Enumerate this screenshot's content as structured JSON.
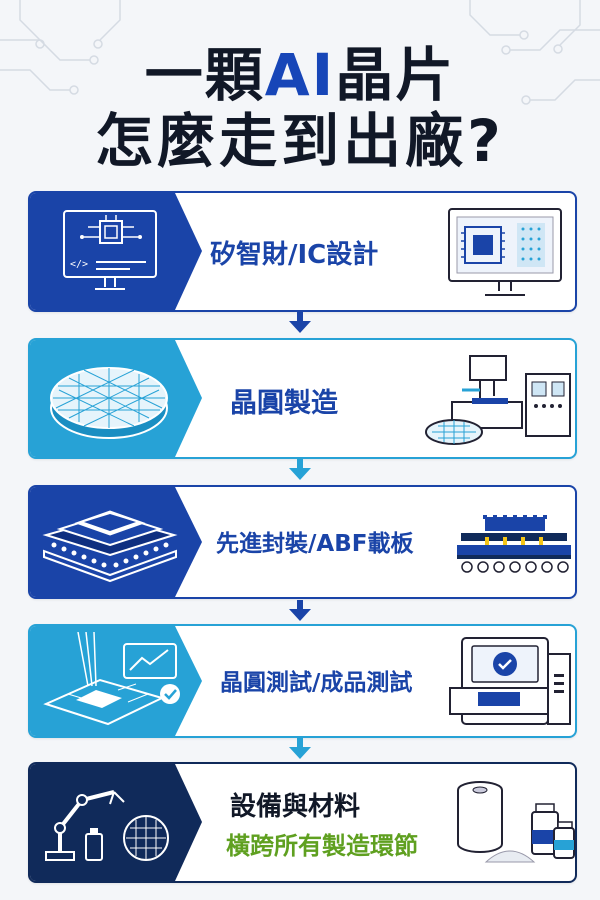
{
  "title": {
    "line1_pre": "一顆",
    "line1_accent": "AI",
    "line1_post": "晶片",
    "line2": "怎麼走到出廠?"
  },
  "steps": [
    {
      "label": "矽智財/IC設計",
      "color": "#1a44a8",
      "icon": "circuit-monitor-icon",
      "right_icon": "computer-chip-design-icon"
    },
    {
      "label": "晶圓製造",
      "color": "#27a2d6",
      "icon": "wafer-icon",
      "right_icon": "fab-machine-icon"
    },
    {
      "label": "先進封裝/ABF載板",
      "color": "#1a44a8",
      "icon": "package-stack-icon",
      "right_icon": "substrate-icon"
    },
    {
      "label": "晶圓測試/成品測試",
      "color": "#27a2d6",
      "icon": "probe-test-icon",
      "right_icon": "test-machine-icon"
    },
    {
      "label": "設備與材料",
      "sublabel": "橫跨所有製造環節",
      "color": "#102a5a",
      "sublabel_color": "#5fa020",
      "icon": "robot-arm-icon",
      "right_icon": "materials-icon"
    }
  ],
  "colors": {
    "dark_blue": "#1a44a8",
    "light_blue": "#27a2d6",
    "navy": "#102a5a",
    "green": "#5fa020",
    "title": "#111827"
  }
}
